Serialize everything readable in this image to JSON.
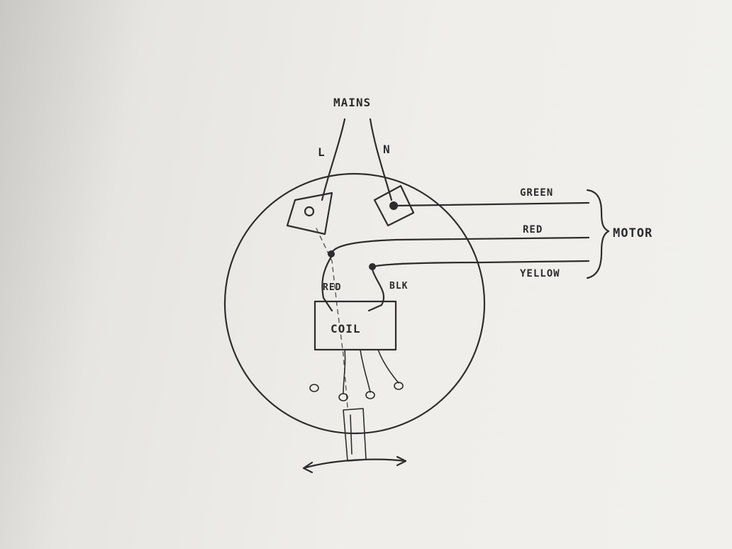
{
  "diagram": {
    "labels": {
      "mains": "MAINS",
      "live": "L",
      "neutral": "N",
      "green": "GREEN",
      "red_motor": "RED",
      "yellow": "YELLOW",
      "motor": "MOTOR",
      "red_coil": "RED",
      "blk": "BLK",
      "coil": "COIL"
    },
    "colors": {
      "paper": "#efeeea",
      "ink": "#2d2d2d"
    }
  }
}
